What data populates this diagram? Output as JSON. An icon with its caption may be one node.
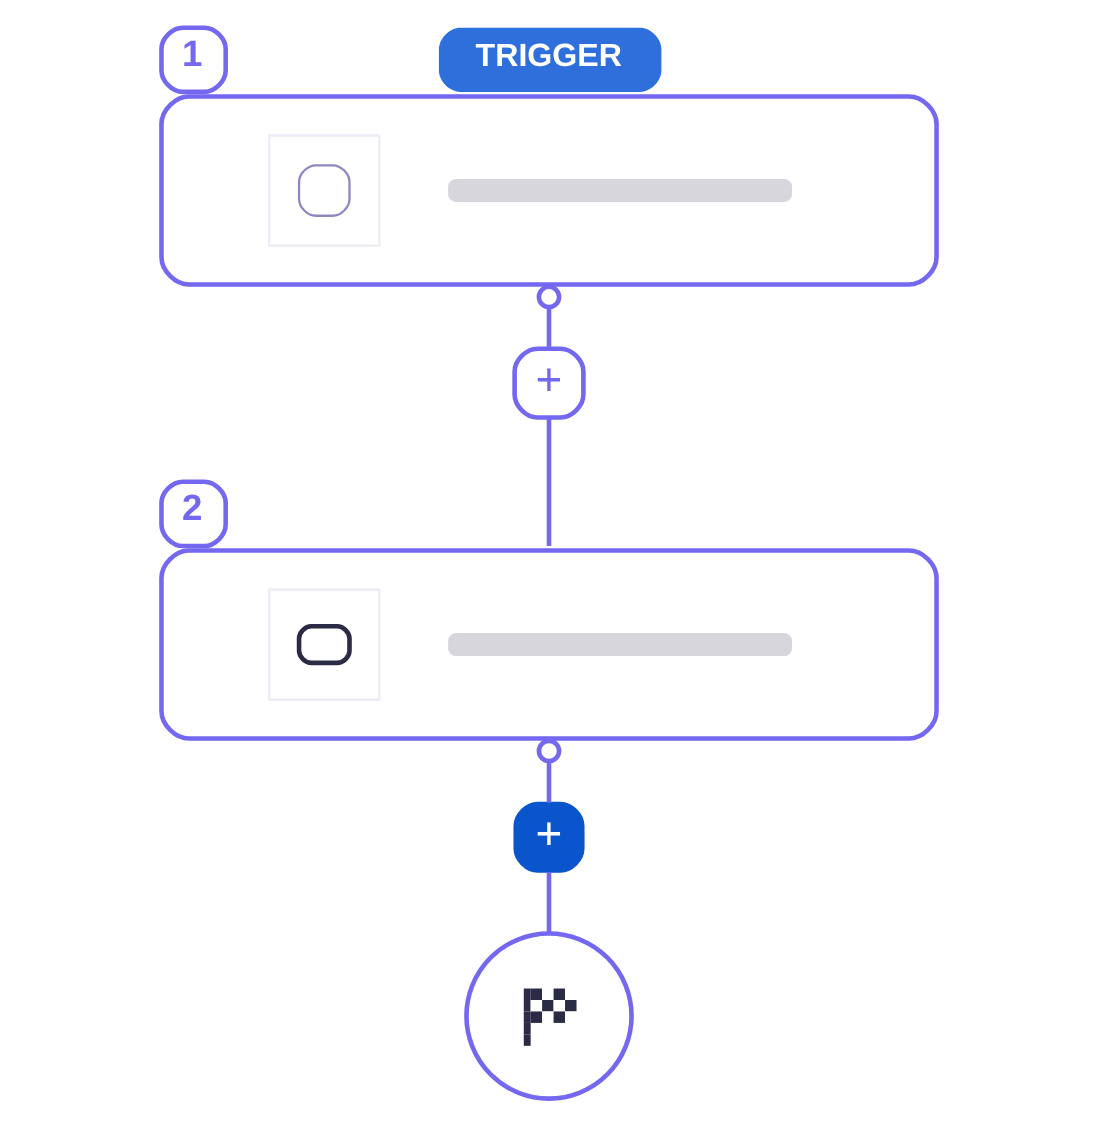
{
  "diagram": {
    "nodes": [
      {
        "text": [
          "1",
          "TRIGGER"
        ]
      },
      {
        "text": [
          "+"
        ]
      },
      {
        "text": [
          "2"
        ]
      },
      {
        "text": [
          "+"
        ]
      },
      {
        "text": [],
        "shape": "circle"
      }
    ],
    "edges": [
      {
        "from": 0,
        "to": 1,
        "arrow": "other"
      },
      {
        "from": 1,
        "to": 2,
        "arrow": "none"
      },
      {
        "from": 2,
        "to": 3,
        "arrow": "other"
      },
      {
        "from": 3,
        "to": 4,
        "arrow": "none"
      }
    ]
  }
}
